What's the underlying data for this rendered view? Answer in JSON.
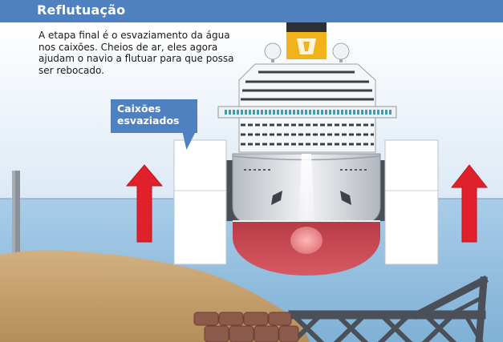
{
  "header": {
    "title": "Reflutuação"
  },
  "description": {
    "text": "A etapa final é o esvaziamento da água nos caixões. Cheios de ar, eles agora ajudam o navio a flutuar para que possa ser rebocado."
  },
  "callout": {
    "text": "Caixões\nesvaziados"
  },
  "colors": {
    "header": "#4f80c0",
    "sky": "#e8f1f9",
    "sea": "#9cc3e0",
    "sand": "#c8a576",
    "hull_red": "#c84a55",
    "arrow_red": "#e0212b",
    "funnel_yellow": "#f2b21c",
    "steel": "#4a4f58"
  },
  "icons": [
    "upward-arrow-icon",
    "ship-illustration",
    "caisson",
    "crane-structure",
    "rock-pile"
  ]
}
